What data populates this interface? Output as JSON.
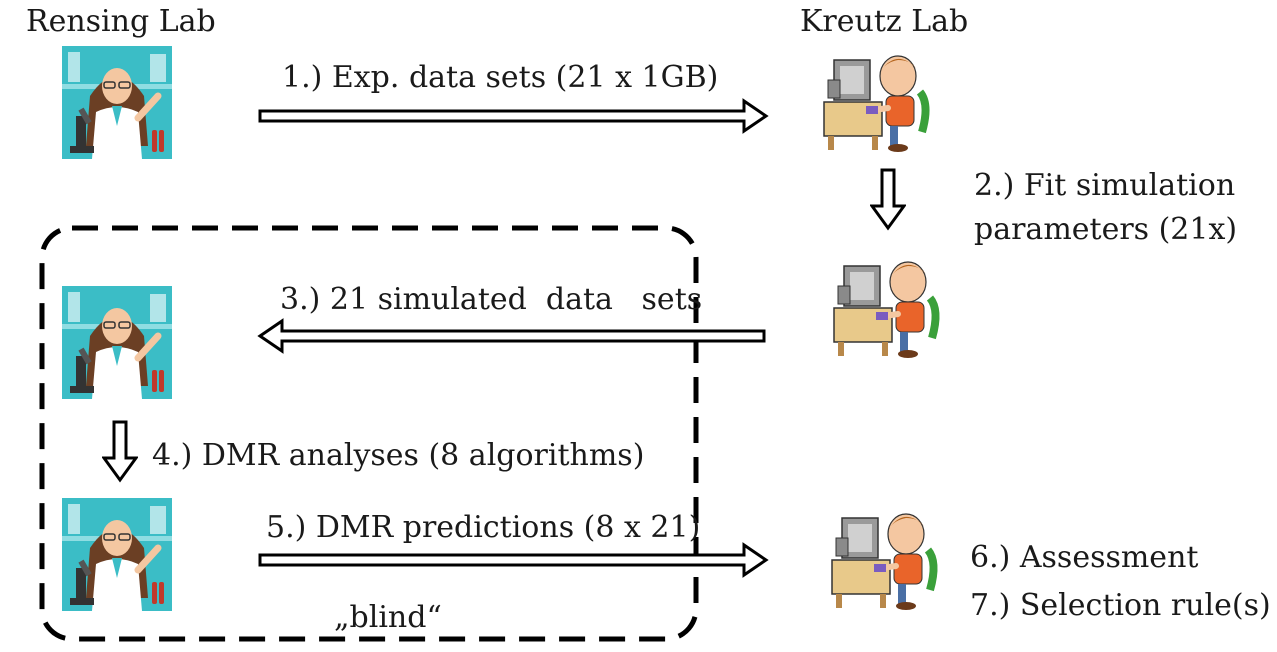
{
  "labs": {
    "left": "Rensing Lab",
    "right": "Kreutz Lab"
  },
  "steps": {
    "s1": "1.) Exp. data sets (21 x 1GB)",
    "s2_line1": "2.) Fit simulation",
    "s2_line2": "parameters (21x)",
    "s3": "3.) 21 simulated  data   sets",
    "s4": "4.) DMR analyses (8 algorithms)",
    "s5": "5.) DMR predictions (8 x 21)",
    "s6": "6.) Assessment",
    "s7": "7.) Selection rule(s)"
  },
  "blind_label": "„blind“",
  "icons": {
    "scientist": "scientist-icon",
    "computer_user": "computer-user-icon"
  },
  "colors": {
    "scientist_bg": "#3bbdc6",
    "arrow": "#000000",
    "dashed_box": "#000000"
  }
}
